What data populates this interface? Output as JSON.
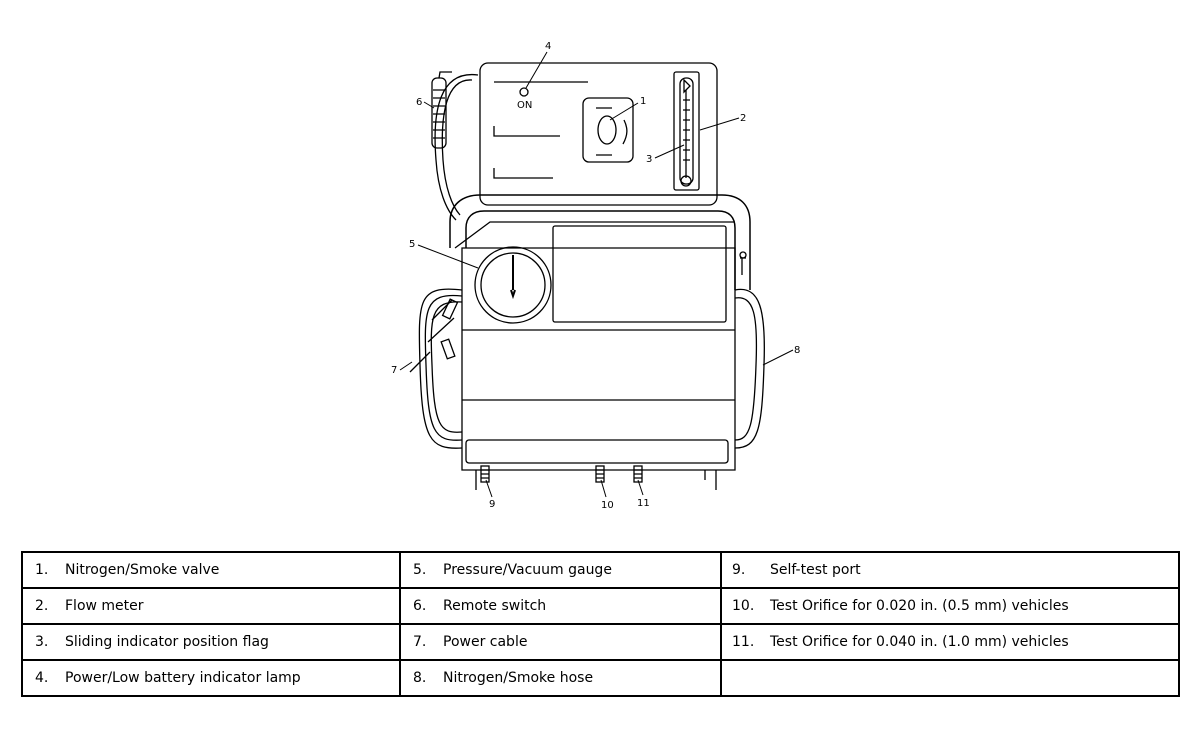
{
  "figure": {
    "on_label": "ON",
    "callouts": [
      "1",
      "2",
      "3",
      "4",
      "5",
      "6",
      "7",
      "8",
      "9",
      "10",
      "11"
    ]
  },
  "legend": {
    "rows": [
      [
        {
          "num": "1.",
          "text": "Nitrogen/Smoke valve"
        },
        {
          "num": "5.",
          "text": "Pressure/Vacuum gauge"
        },
        {
          "num": "9.",
          "text": "Self-test port"
        }
      ],
      [
        {
          "num": "2.",
          "text": "Flow meter"
        },
        {
          "num": "6.",
          "text": "Remote switch"
        },
        {
          "num": "10.",
          "text": "Test Orifice for 0.020 in. (0.5 mm) vehicles"
        }
      ],
      [
        {
          "num": "3.",
          "text": "Sliding indicator position flag"
        },
        {
          "num": "7.",
          "text": "Power cable"
        },
        {
          "num": "11.",
          "text": "Test Orifice for 0.040 in. (1.0 mm) vehicles"
        }
      ],
      [
        {
          "num": "4.",
          "text": "Power/Low battery indicator lamp"
        },
        {
          "num": "8.",
          "text": "Nitrogen/Smoke hose"
        },
        {
          "num": "",
          "text": ""
        }
      ]
    ]
  }
}
